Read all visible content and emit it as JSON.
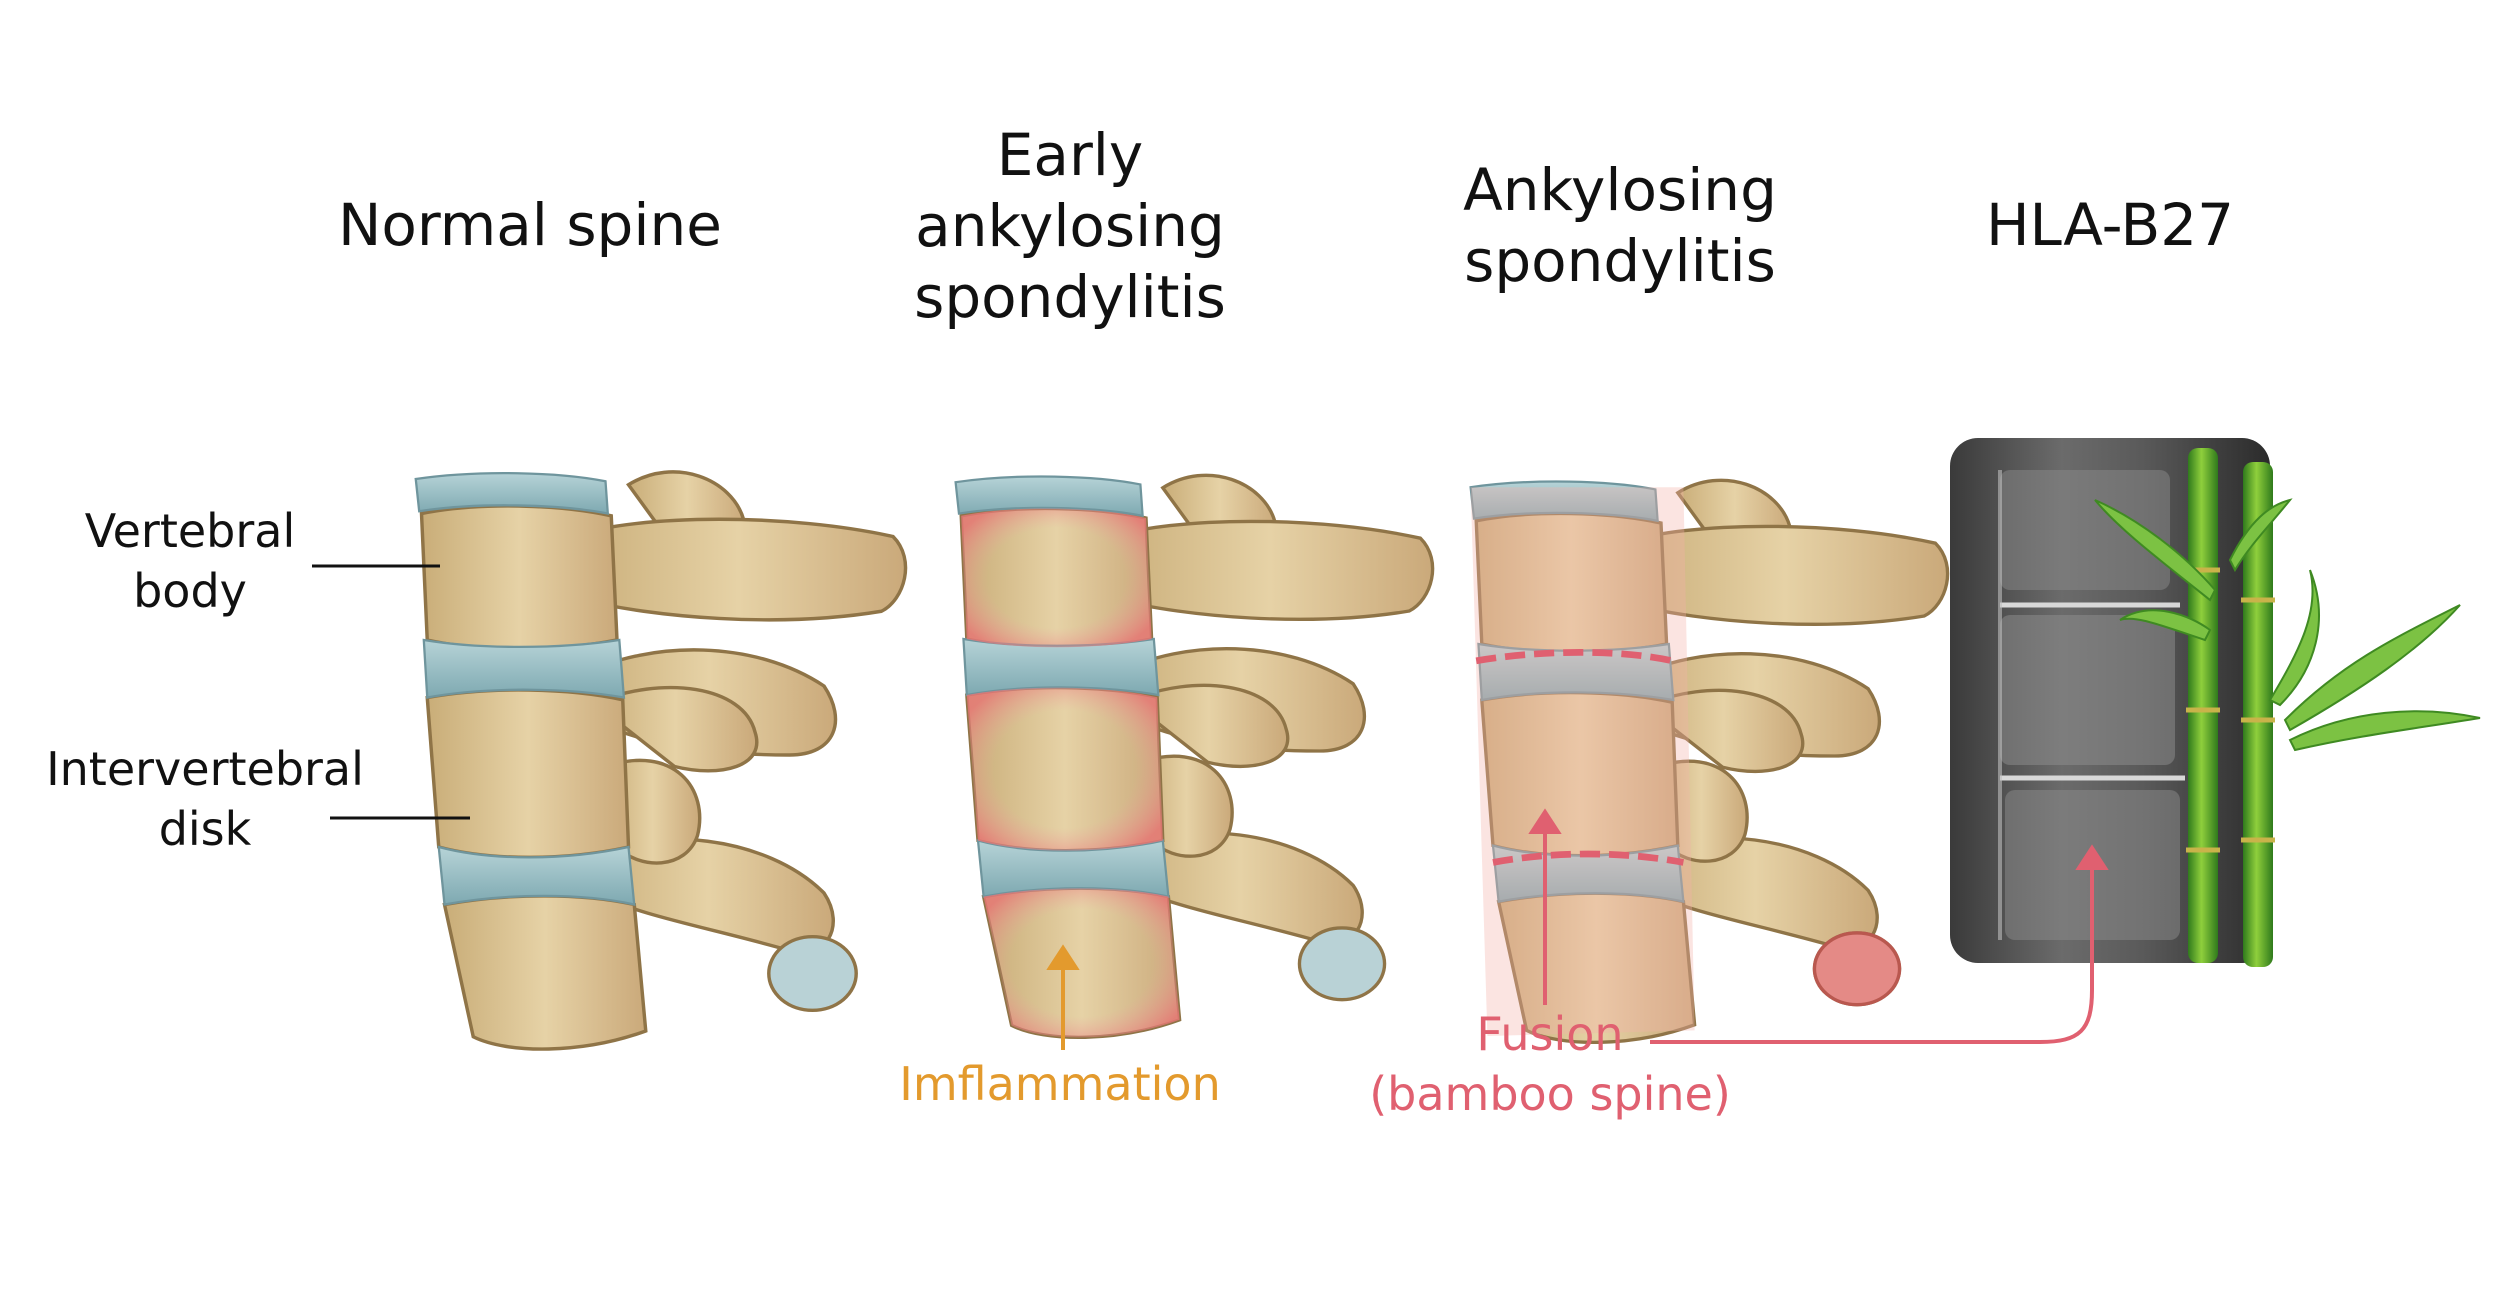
{
  "titles": {
    "normal": [
      "Normal spine"
    ],
    "early": [
      "Early",
      "ankylosing",
      "spondylitis"
    ],
    "as": [
      "Ankylosing",
      "spondylitis"
    ],
    "hla": [
      "HLA-B27"
    ]
  },
  "labels": {
    "vertebral_body": [
      "Vertebral",
      "body"
    ],
    "intervertebral_disk": [
      "Intervertebral",
      "disk"
    ]
  },
  "annotations": {
    "inflammation": "Imflammation",
    "fusion": [
      "Fusion",
      "(bamboo spine)"
    ]
  },
  "colors": {
    "bone": "#dcc596",
    "bone_dark": "#8f7447",
    "disk": "#8fb7bf",
    "inflammation": "#e39a2d",
    "fusion": "#e06070",
    "bamboo": "#4d9a2a"
  }
}
